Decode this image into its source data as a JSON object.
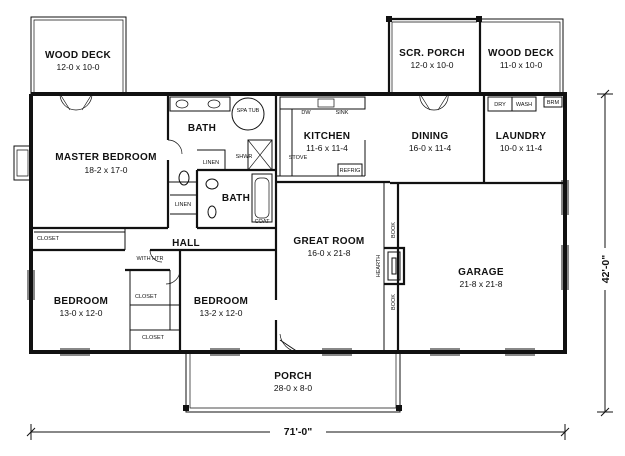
{
  "rooms": {
    "wood_deck_left": {
      "name": "WOOD DECK",
      "dim": "12-0 x 10-0"
    },
    "scr_porch": {
      "name": "SCR. PORCH",
      "dim": "12-0 x 10-0"
    },
    "wood_deck_right": {
      "name": "WOOD DECK",
      "dim": "11-0 x 10-0"
    },
    "master_bedroom": {
      "name": "MASTER BEDROOM",
      "dim": "18-2 x 17-0"
    },
    "bath_master": {
      "name": "BATH"
    },
    "bath_hall": {
      "name": "BATH"
    },
    "kitchen": {
      "name": "KITCHEN",
      "dim": "11-6 x 11-4"
    },
    "dining": {
      "name": "DINING",
      "dim": "16-0 x 11-4"
    },
    "laundry": {
      "name": "LAUNDRY",
      "dim": "10-0 x 11-4"
    },
    "hall": {
      "name": "HALL"
    },
    "great_room": {
      "name": "GREAT ROOM",
      "dim": "16-0 x 21-8"
    },
    "garage": {
      "name": "GARAGE",
      "dim": "21-8 x 21-8"
    },
    "bedroom_left": {
      "name": "BEDROOM",
      "dim": "13-0 x 12-0"
    },
    "bedroom_mid": {
      "name": "BEDROOM",
      "dim": "13-2 x 12-0"
    },
    "porch": {
      "name": "PORCH",
      "dim": "28-0 x 8-0"
    }
  },
  "fixtures": {
    "spa_tub": "SPA TUB",
    "linen_1": "LINEN",
    "linen_2": "LINEN",
    "shwr": "SHWR",
    "closet_master": "CLOSET",
    "closet_bed_a": "CLOSET",
    "closet_bed_b": "CLOSET",
    "with_htr": "WITH HTR",
    "coat": "COAT",
    "dw": "DW",
    "sink": "SINK",
    "stove": "STOVE",
    "refrig": "REFRIG",
    "dry": "DRY",
    "wash": "WASH",
    "brm": "BRM",
    "hearth": "HEARTH",
    "book_upper": "BOOK",
    "book_lower": "BOOK"
  },
  "dimensions": {
    "overall_width": "71'-0\"",
    "overall_depth": "42'-0\""
  }
}
